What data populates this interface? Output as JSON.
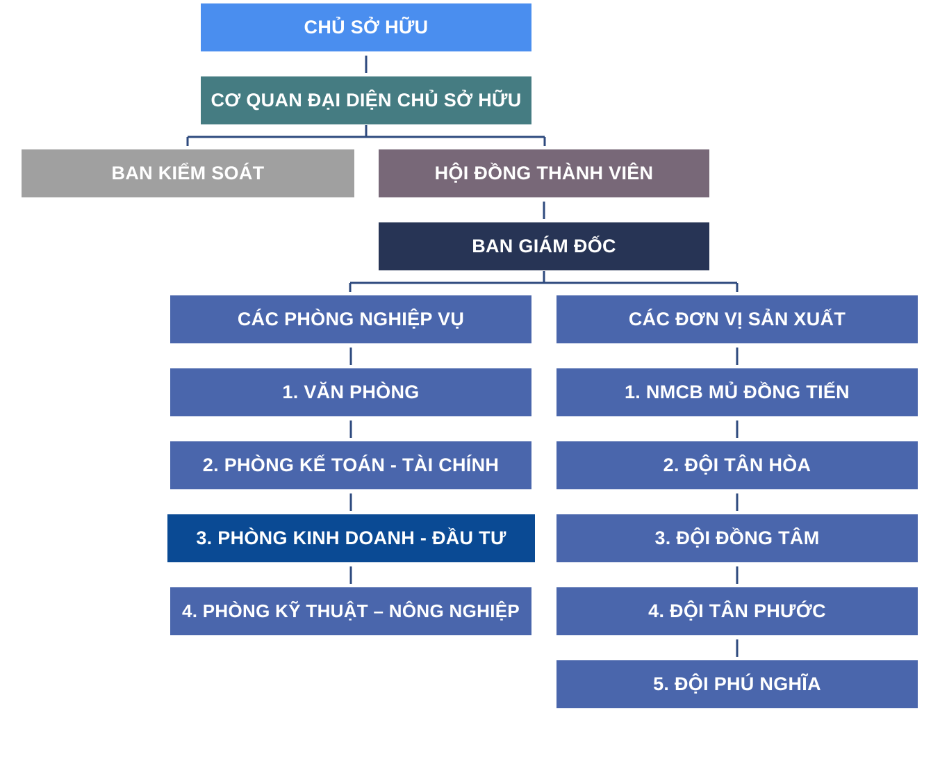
{
  "nodes": {
    "owner": "CHỦ SỞ HỮU",
    "owner_rep": "CƠ QUAN ĐẠI DIỆN CHỦ SỞ HỮU",
    "supervisory": "BAN KIỂM SOÁT",
    "members_council": "HỘI ĐỒNG THÀNH VIÊN",
    "directors": "BAN GIÁM ĐỐC",
    "departments_header": "CÁC PHÒNG NGHIỆP VỤ",
    "production_header": "CÁC ĐƠN VỊ SẢN XUẤT"
  },
  "departments": [
    "1. VĂN PHÒNG",
    "2. PHÒNG KẾ TOÁN - TÀI CHÍNH",
    "3. PHÒNG KINH DOANH - ĐẦU TƯ",
    "4. PHÒNG KỸ THUẬT – NÔNG NGHIỆP"
  ],
  "production_units": [
    "1. NMCB MỦ ĐỒNG TIẾN",
    "2. ĐỘI TÂN HÒA",
    "3. ĐỘI ĐỒNG TÂM",
    "4. ĐỘI TÂN PHƯỚC",
    "5. ĐỘI PHÚ NGHĨA"
  ],
  "colors": {
    "owner": "#4A8EEF",
    "owner_rep": "#457C82",
    "supervisory": "#A0A0A0",
    "members_council": "#786878",
    "directors": "#273455",
    "unit": "#4A66AC",
    "highlight": "#0A4A94",
    "connector": "#2E4A7E"
  }
}
